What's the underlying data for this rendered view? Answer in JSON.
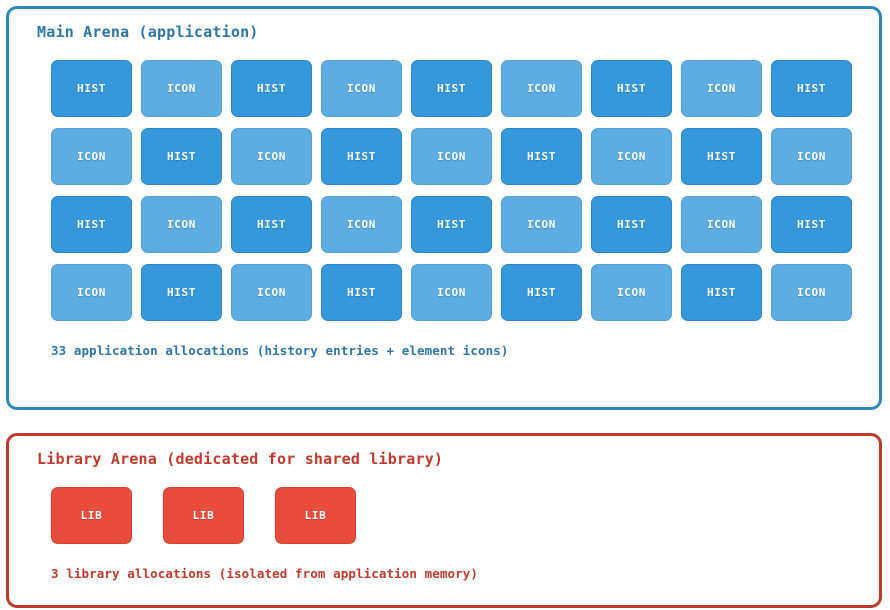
{
  "main_arena": {
    "title": "Main Arena (application)",
    "border_color": "#2e86c1",
    "title_color": "#2e75a8",
    "caption": "33 application allocations (history entries + element icons)",
    "block_labels": {
      "hist": "HIST",
      "icon": "ICON"
    },
    "block_colors": {
      "hist": "#3498db",
      "icon": "#5dade2"
    },
    "grid": [
      [
        "HIST",
        "ICON",
        "HIST",
        "ICON",
        "HIST",
        "ICON",
        "HIST",
        "ICON",
        "HIST"
      ],
      [
        "ICON",
        "HIST",
        "ICON",
        "HIST",
        "ICON",
        "HIST",
        "ICON",
        "HIST",
        "ICON"
      ],
      [
        "HIST",
        "ICON",
        "HIST",
        "ICON",
        "HIST",
        "ICON",
        "HIST",
        "ICON",
        "HIST"
      ],
      [
        "ICON",
        "HIST",
        "ICON",
        "HIST",
        "ICON",
        "HIST",
        "ICON",
        "HIST",
        "ICON"
      ]
    ]
  },
  "library_arena": {
    "title": "Library Arena (dedicated for shared library)",
    "border_color": "#c0392b",
    "title_color": "#c0392b",
    "caption": "3 library allocations (isolated from application memory)",
    "block_color": "#e74c3c",
    "blocks": [
      "LIB",
      "LIB",
      "LIB"
    ]
  }
}
